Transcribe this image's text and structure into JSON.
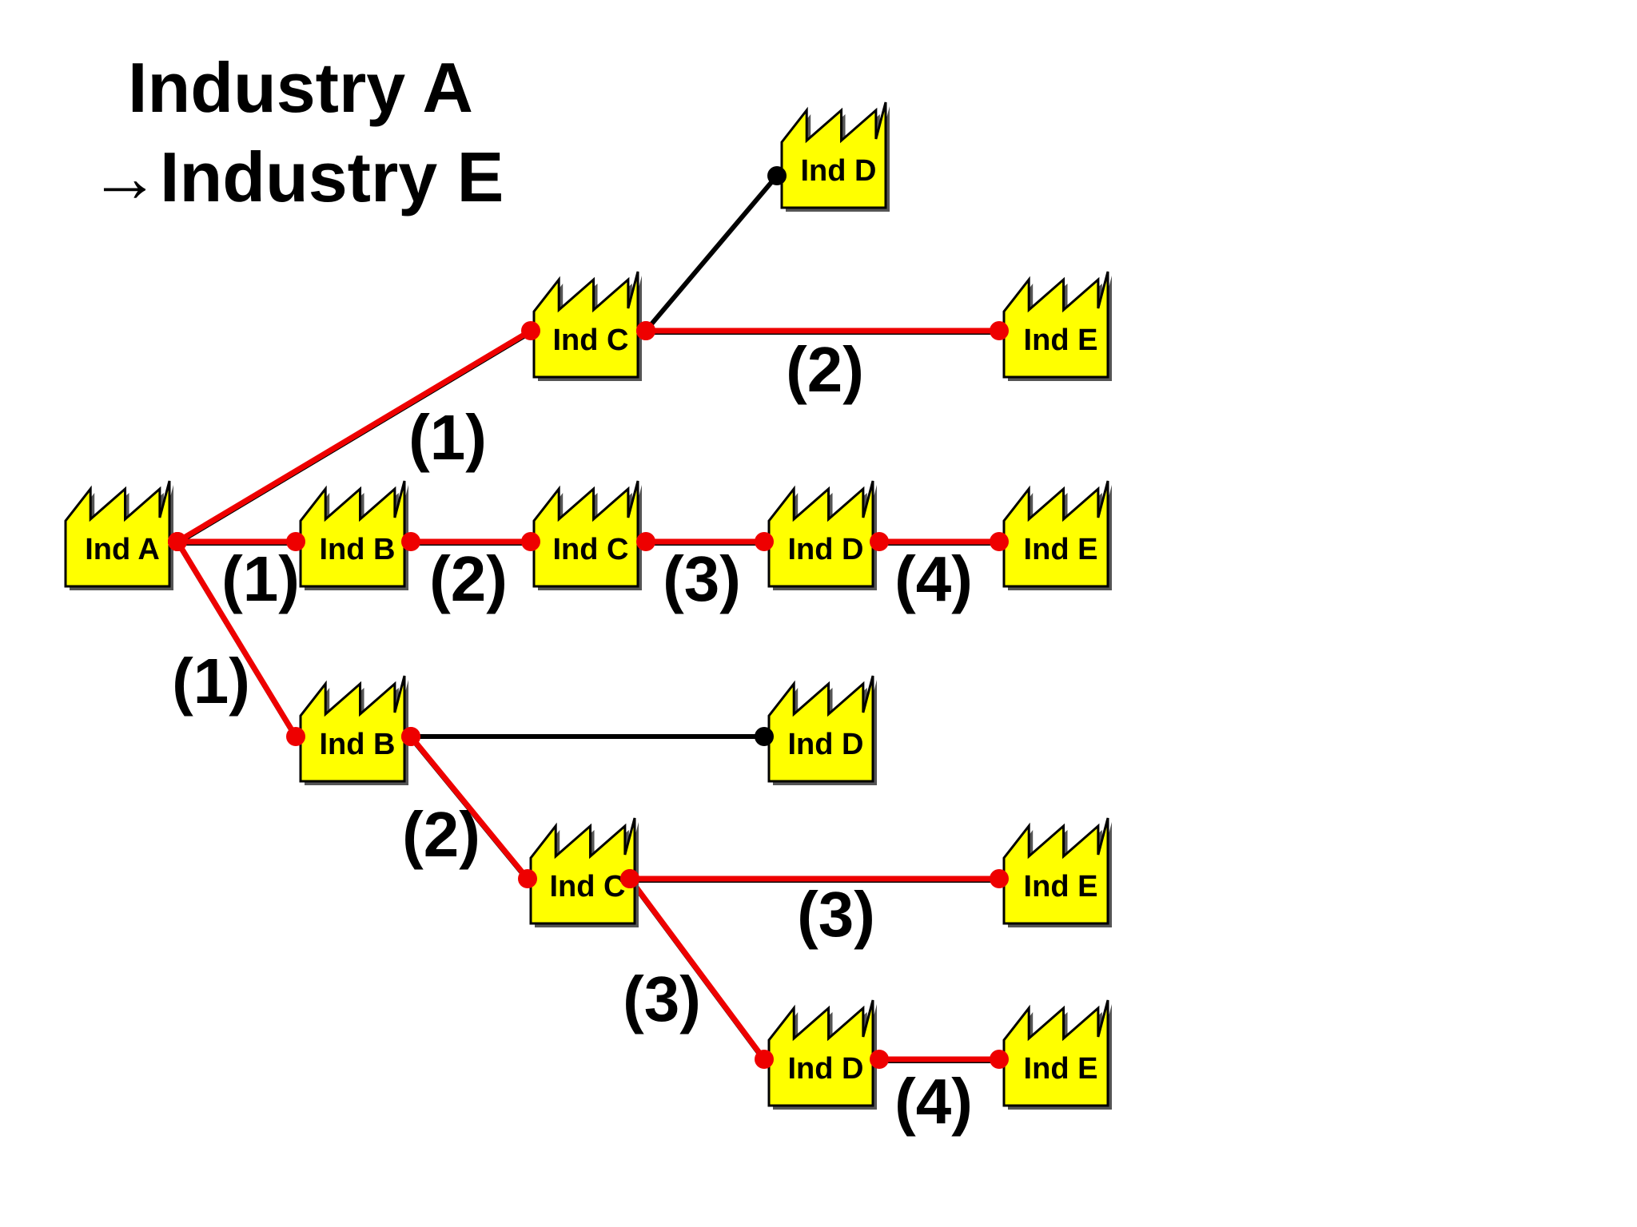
{
  "title": {
    "line1": "Industry A",
    "line2": "→Industry E"
  },
  "colors": {
    "path": "#ee0000",
    "link": "#000000",
    "factory_fill": "#ffff00",
    "factory_stroke": "#000000"
  },
  "nodes": {
    "a": "Ind A",
    "c1": "Ind C",
    "d1": "Ind D",
    "e1": "Ind E",
    "b2": "Ind B",
    "c2": "Ind C",
    "d2": "Ind D",
    "e2": "Ind E",
    "b3": "Ind B",
    "d3": "Ind D",
    "c3": "Ind C",
    "e3": "Ind E",
    "d4": "Ind D",
    "e4": "Ind E"
  },
  "step_labels": {
    "ac1": "(1)",
    "c1e1": "(2)",
    "ab2": "(1)",
    "b2c2": "(2)",
    "c2d2": "(3)",
    "d2e2": "(4)",
    "ab3": "(1)",
    "b3c3": "(2)",
    "c3e3": "(3)",
    "c3d4": "(3)",
    "d4e4": "(4)"
  },
  "edges": [
    {
      "from": "a",
      "to": "c1",
      "highlighted": true
    },
    {
      "from": "c1",
      "to": "d1",
      "highlighted": false
    },
    {
      "from": "c1",
      "to": "e1",
      "highlighted": true
    },
    {
      "from": "a",
      "to": "b2",
      "highlighted": true
    },
    {
      "from": "b2",
      "to": "c2",
      "highlighted": true
    },
    {
      "from": "c2",
      "to": "d2",
      "highlighted": true
    },
    {
      "from": "d2",
      "to": "e2",
      "highlighted": true
    },
    {
      "from": "a",
      "to": "b3",
      "highlighted": true
    },
    {
      "from": "b3",
      "to": "d3",
      "highlighted": false
    },
    {
      "from": "b3",
      "to": "c3",
      "highlighted": true
    },
    {
      "from": "c3",
      "to": "e3",
      "highlighted": true
    },
    {
      "from": "c3",
      "to": "d4",
      "highlighted": true
    },
    {
      "from": "d4",
      "to": "e4",
      "highlighted": true
    }
  ]
}
